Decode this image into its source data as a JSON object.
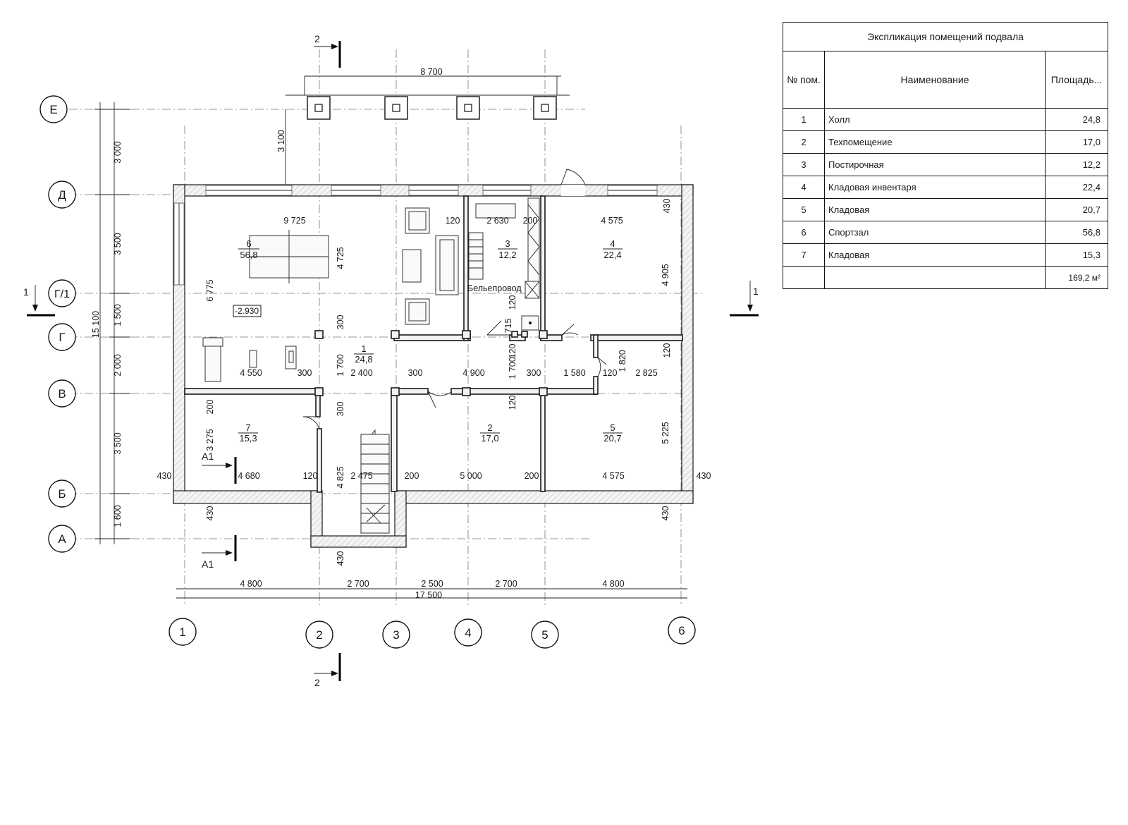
{
  "axes": {
    "letters": [
      "Е",
      "Д",
      "Г/1",
      "Г",
      "В",
      "Б",
      "А"
    ],
    "numbers": [
      "1",
      "2",
      "3",
      "4",
      "5",
      "6"
    ]
  },
  "rooms": [
    {
      "num": "1",
      "area": "24,8"
    },
    {
      "num": "2",
      "area": "17,0"
    },
    {
      "num": "3",
      "area": "12,2"
    },
    {
      "num": "4",
      "area": "22,4"
    },
    {
      "num": "5",
      "area": "20,7"
    },
    {
      "num": "6",
      "area": "56,8"
    },
    {
      "num": "7",
      "area": "15,3"
    }
  ],
  "sections": {
    "one": "1",
    "two": "2",
    "a1": "А1"
  },
  "level_mark": "-2.930",
  "chute_label": "Бельепровод",
  "dims": {
    "top_span": "8 700",
    "left_overall": "15 100",
    "left_chain": [
      "3 000",
      "3 500",
      "1 500",
      "2 000",
      "3 500",
      "1 600"
    ],
    "porch_depth": "3 100",
    "bottom_chain": [
      "4 800",
      "2 700",
      "2 500",
      "2 700",
      "4 800"
    ],
    "bottom_overall": "17 500",
    "interior": [
      "9 725",
      "120",
      "2 630",
      "200",
      "4 575",
      "430",
      "4 725",
      "6 775",
      "4 905",
      "300",
      "715",
      "120",
      "120",
      "1 820",
      "120",
      "4 550",
      "300",
      "1 700",
      "2 400",
      "300",
      "4 900",
      "1 700",
      "300",
      "1 580",
      "120",
      "2 825",
      "200",
      "300",
      "120",
      "3 275",
      "5 225",
      "430",
      "4 680",
      "120",
      "4 825",
      "2 475",
      "200",
      "5 000",
      "200",
      "4 575",
      "430",
      "430",
      "430",
      "430"
    ]
  },
  "explication": {
    "title": "Экспликация помещений подвала",
    "headers": [
      "№ пом.",
      "Наименование",
      "Площадь..."
    ],
    "rows": [
      {
        "num": "1",
        "name": "Холл",
        "area": "24,8"
      },
      {
        "num": "2",
        "name": "Техпомещение",
        "area": "17,0"
      },
      {
        "num": "3",
        "name": "Постирочная",
        "area": "12,2"
      },
      {
        "num": "4",
        "name": "Кладовая инвентаря",
        "area": "22,4"
      },
      {
        "num": "5",
        "name": "Кладовая",
        "area": "20,7"
      },
      {
        "num": "6",
        "name": "Спортзал",
        "area": "56,8"
      },
      {
        "num": "7",
        "name": "Кладовая",
        "area": "15,3"
      }
    ],
    "total": "169,2 м²"
  }
}
